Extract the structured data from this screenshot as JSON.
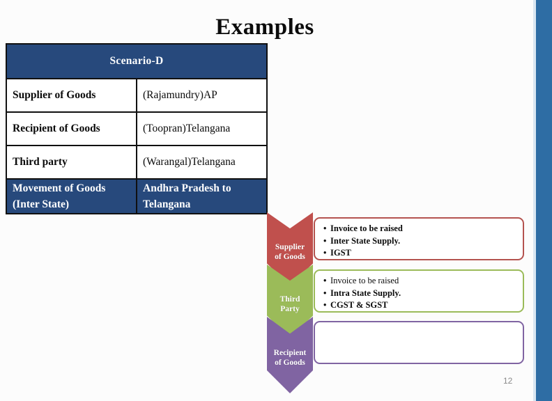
{
  "slide": {
    "title": "Examples",
    "page_number": "12",
    "accent_blue": "#2e6da4",
    "table_header_blue": "#27497c"
  },
  "table": {
    "header": "Scenario-D",
    "rows": [
      {
        "label": "Supplier of Goods",
        "value": "(Rajamundry)AP",
        "highlight": false
      },
      {
        "label": "Recipient of Goods",
        "value": "(Toopran)Telangana",
        "highlight": false
      },
      {
        "label": "Third party",
        "value": "(Warangal)Telangana",
        "highlight": false
      },
      {
        "label": "Movement of Goods (Inter State)",
        "value": "Andhra Pradesh to Telangana",
        "highlight": true
      }
    ],
    "row4_label_line1": "Movement of Goods",
    "row4_label_line2": "(Inter State)",
    "row4_value_line1": "Andhra Pradesh to",
    "row4_value_line2": "Telangana"
  },
  "flow": {
    "steps": [
      {
        "chevron_line1": "Supplier",
        "chevron_line2": "of Goods",
        "color": "#c0504d",
        "bullets": [
          "Invoice to be raised",
          "Inter State Supply.",
          "IGST"
        ]
      },
      {
        "chevron_line1": "Third",
        "chevron_line2": "Party",
        "color": "#9bbb59",
        "bullets": [
          "Invoice to be raised",
          "Intra State Supply.",
          "CGST & SGST"
        ]
      },
      {
        "chevron_line1": "Recipient",
        "chevron_line2": "of Goods",
        "color": "#8064a2",
        "bullets": []
      }
    ]
  }
}
